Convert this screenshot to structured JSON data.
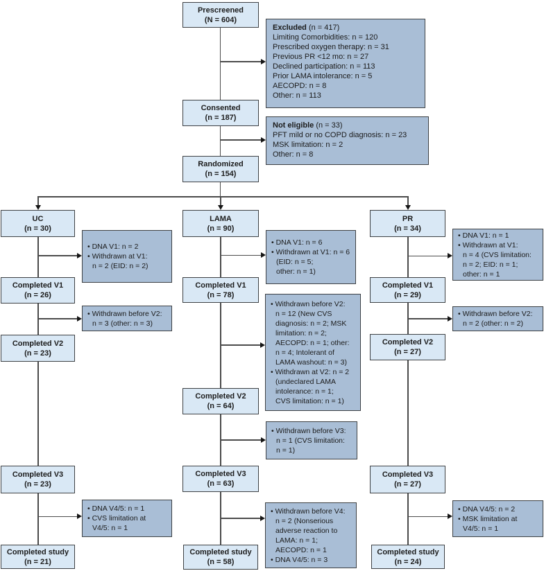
{
  "colors": {
    "flow_box_fill": "#d9e8f5",
    "note_box_fill": "#a9bed6",
    "box_border": "#3d4043",
    "connector": "#4a4a4a",
    "arrowhead": "#151515",
    "text": "#1b1b1b",
    "background": "#ffffff"
  },
  "boxes": {
    "prescreened": {
      "label": "Prescreened",
      "count": "(N = 604)"
    },
    "consented": {
      "label": "Consented",
      "count": "(n = 187)"
    },
    "randomized": {
      "label": "Randomized",
      "count": "(n = 154)"
    },
    "uc": {
      "label": "UC",
      "count": "(n = 30)"
    },
    "uc_v1": {
      "label": "Completed V1",
      "count": "(n = 26)"
    },
    "uc_v2": {
      "label": "Completed V2",
      "count": "(n = 23)"
    },
    "uc_v3": {
      "label": "Completed V3",
      "count": "(n = 23)"
    },
    "uc_study": {
      "label": "Completed study",
      "count": "(n = 21)"
    },
    "lama": {
      "label": "LAMA",
      "count": "(n = 90)"
    },
    "lama_v1": {
      "label": "Completed V1",
      "count": "(n = 78)"
    },
    "lama_v2": {
      "label": "Completed V2",
      "count": "(n = 64)"
    },
    "lama_v3": {
      "label": "Completed V3",
      "count": "(n = 63)"
    },
    "lama_study": {
      "label": "Completed study",
      "count": "(n = 58)"
    },
    "pr": {
      "label": "PR",
      "count": "(n = 34)"
    },
    "pr_v1": {
      "label": "Completed V1",
      "count": "(n = 29)"
    },
    "pr_v2": {
      "label": "Completed V2",
      "count": "(n = 27)"
    },
    "pr_v3": {
      "label": "Completed V3",
      "count": "(n = 27)"
    },
    "pr_study": {
      "label": "Completed study",
      "count": "(n = 24)"
    }
  },
  "notes": {
    "excluded": {
      "title": "Excluded",
      "title_note": " (n = 417)",
      "lines": [
        "Limiting Comorbidities: n = 120",
        "Prescribed oxygen therapy: n = 31",
        "Previous PR <12 mo: n = 27",
        "Declined participation: n = 113",
        "Prior LAMA intolerance: n = 5",
        "AECOPD: n = 8",
        "Other: n = 113"
      ]
    },
    "not_eligible": {
      "title": "Not eligible",
      "title_note": " (n = 33)",
      "lines": [
        "PFT mild or no COPD diagnosis: n = 23",
        "MSK limitation: n = 2",
        "Other: n = 8"
      ]
    },
    "uc_1": {
      "lines": [
        "• DNA V1: n = 2",
        "• Withdrawn at V1:",
        "n = 2 (EID: n = 2)"
      ]
    },
    "uc_2": {
      "lines": [
        "• Withdrawn before V2:",
        "n = 3 (other: n = 3)"
      ]
    },
    "uc_3": {
      "lines": [
        "• DNA V4/5: n = 1",
        "• CVS limitation at",
        "V4/5: n = 1"
      ]
    },
    "lama_1": {
      "lines": [
        "• DNA V1: n = 6",
        "• Withdrawn at V1: n = 6",
        "(EID: n = 5;",
        "other: n = 1)"
      ]
    },
    "lama_2": {
      "lines": [
        "• Withdrawn before V2:",
        "n = 12 (New CVS",
        "diagnosis: n = 2; MSK",
        "limitation: n = 2;",
        "AECOPD: n = 1; other:",
        "n = 4; Intolerant of",
        "LAMA washout: n = 3)",
        "• Withdrawn at V2: n = 2",
        "(undeclared LAMA",
        "intolerance: n = 1;",
        "CVS limitation: n = 1)"
      ]
    },
    "lama_3": {
      "lines": [
        "• Withdrawn before V3:",
        "n = 1 (CVS limitation:",
        "n = 1)"
      ]
    },
    "lama_4": {
      "lines": [
        "• Withdrawn before V4:",
        "n = 2 (Nonserious",
        "adverse reaction to",
        "LAMA: n = 1;",
        "AECOPD: n = 1",
        "• DNA V4/5: n = 3"
      ]
    },
    "pr_1": {
      "lines": [
        "• DNA V1: n = 1",
        "• Withdrawn at V1:",
        "n = 4 (CVS limitation:",
        "n = 2; EID: n = 1;",
        "other: n = 1"
      ]
    },
    "pr_2": {
      "lines": [
        "• Withdrawn before V2:",
        "n = 2 (other: n = 2)"
      ]
    },
    "pr_3": {
      "lines": [
        "• DNA V4/5: n = 2",
        "• MSK limitation at",
        "V4/5: n = 1"
      ]
    }
  }
}
